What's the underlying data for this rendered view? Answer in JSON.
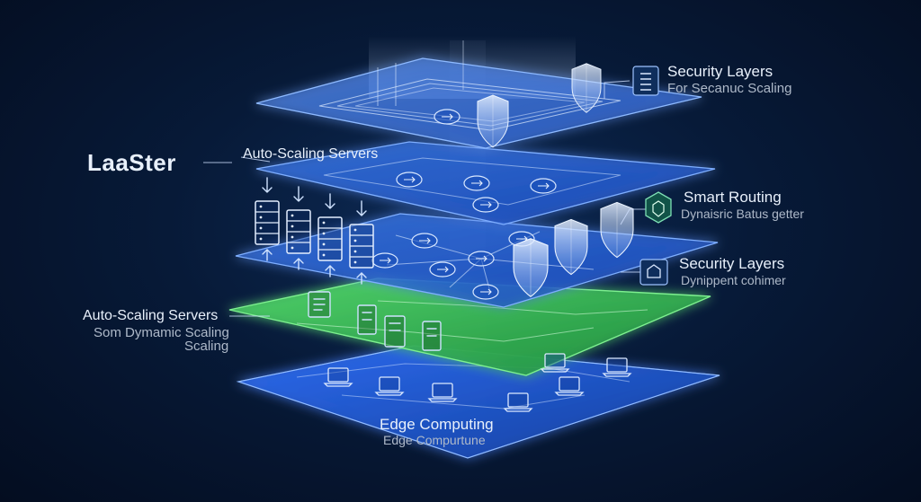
{
  "brand_label": "LaaSter",
  "callouts": {
    "security_top": {
      "title": "Security Layers",
      "subtitle": "For Secanuc Scaling"
    },
    "autoscale_top": {
      "title": "Auto-Scaling Servers"
    },
    "smart_routing": {
      "title": "Smart Routing",
      "subtitle": "Dynaisric Batus getter"
    },
    "security_mid": {
      "title": "Security Layers",
      "subtitle": "Dynippent cohimer"
    },
    "autoscale_left": {
      "title": "Auto-Scaling Servers",
      "subtitle_line1": "Som Dymamic Scaling",
      "subtitle_line2": "Scaling"
    },
    "edge": {
      "title": "Edge Computing",
      "subtitle": "Edge Compurtune"
    }
  },
  "icons": [
    "server-rack-icon",
    "shield-icon",
    "router-node-icon",
    "laptop-icon",
    "monitor-icon",
    "arrow-up-icon",
    "arrow-down-icon"
  ],
  "colors": {
    "background": "#061530",
    "layer_blue": "#2f6ee6",
    "layer_green": "#3fc15a",
    "accent": "#bcd6ff"
  }
}
